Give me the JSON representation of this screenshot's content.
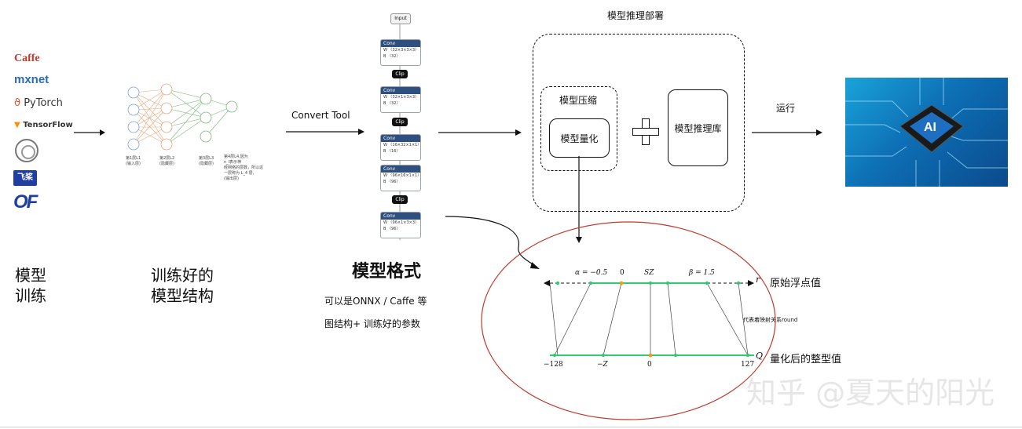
{
  "frameworks": {
    "caffe": "Caffe",
    "mxnet": "mxnet",
    "pytorch": "PyTorch",
    "tensorflow": "TensorFlow",
    "paddle": "飞桨",
    "oneflow": "OF"
  },
  "labels": {
    "model_training": "模型\n训练",
    "trained_structure": "训练好的\n模型结构",
    "convert_tool": "Convert Tool",
    "model_format": "模型格式",
    "format_desc_line1": "可以是ONNX / Caffe 等",
    "format_desc_line2": "图结构+ 训练好的参数",
    "deployment_title": "模型推理部署",
    "compression": "模型压缩",
    "quantization": "模型量化",
    "inference_lib": "模型推理库",
    "run": "运行",
    "watermark": "知乎 @夏天的阳光"
  },
  "nn": {
    "layer1": "第1层L1\n(输入层)",
    "layer2": "第2层L2\n(隐藏层)",
    "layer3": "第3层L3\n(隐藏层)",
    "layer4": "第4层L4,因为\nn_l表示神\n经网络的层数，所以这\n一层称为 L_4 层,\n(输出层)"
  },
  "network_graph": {
    "input": "Input",
    "layers": [
      {
        "name": "Conv",
        "w": "W 〈32×3×3×3〉",
        "b": "B 〈32〉"
      },
      {
        "name": "Conv",
        "w": "W 〈32×1×3×3〉",
        "b": "B 〈32〉"
      },
      {
        "name": "Conv",
        "w": "W 〈16×32×1×1〉",
        "b": "B 〈16〉"
      },
      {
        "name": "Conv",
        "w": "W 〈96×16×1×1〉",
        "b": "B 〈96〉"
      },
      {
        "name": "Conv",
        "w": "W 〈96×1×3×3〉",
        "b": "B 〈96〉"
      }
    ],
    "clip": "Clip"
  },
  "quant": {
    "alpha": "α = −0.5",
    "zero": "0",
    "sz": "SZ",
    "beta": "β = 1.5",
    "r": "r",
    "float_label": "原始浮点值",
    "mapping": "代表着映射关系round",
    "min": "−128",
    "negz": "−Z",
    "zero_q": "0",
    "max": "127",
    "q": "Q",
    "int_label": "量化后的整型值"
  }
}
